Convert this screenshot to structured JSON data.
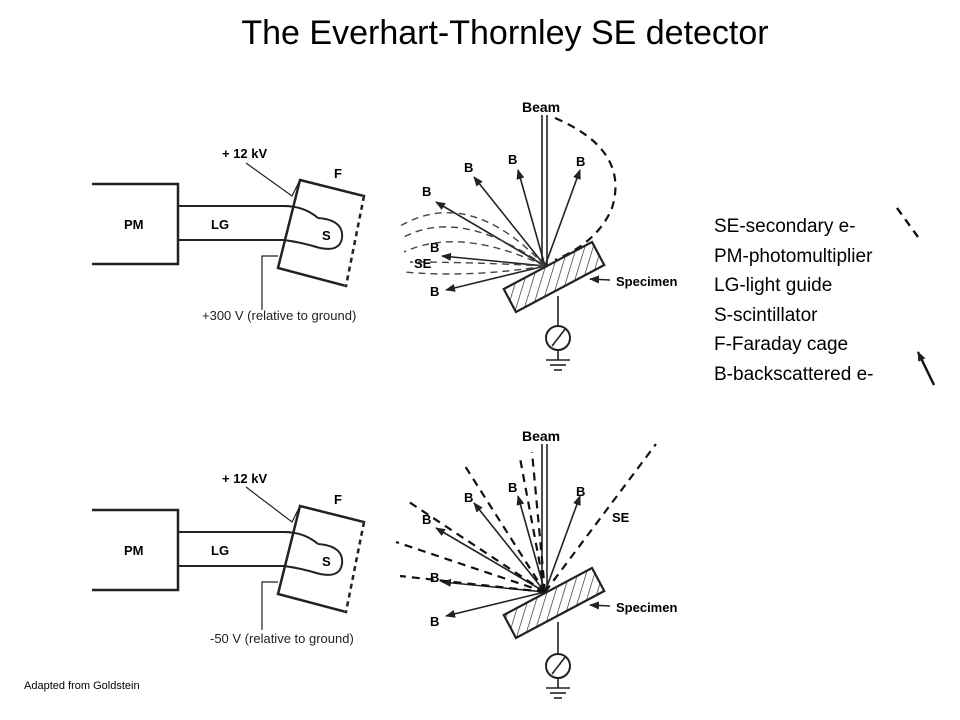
{
  "title": "The Everhart-Thornley SE detector",
  "legend": [
    "SE-secondary e-",
    "PM-photomultiplier",
    "LG-light guide",
    "S-scintillator",
    "F-Faraday cage",
    "B-backscattered e-"
  ],
  "credit": "Adapted from Goldstein",
  "diagrams": [
    {
      "voltage_label": "+300 V (relative to ground)",
      "hv_label": "+ 12 kV",
      "pm": "PM",
      "lg": "LG",
      "f": "F",
      "s": "S",
      "beam": "Beam",
      "specimen": "Specimen",
      "se": "SE",
      "b": "B"
    },
    {
      "voltage_label": "-50 V (relative to ground)",
      "hv_label": "+ 12 kV",
      "pm": "PM",
      "lg": "LG",
      "f": "F",
      "s": "S",
      "beam": "Beam",
      "specimen": "Specimen",
      "se": "SE",
      "b": "B"
    }
  ]
}
